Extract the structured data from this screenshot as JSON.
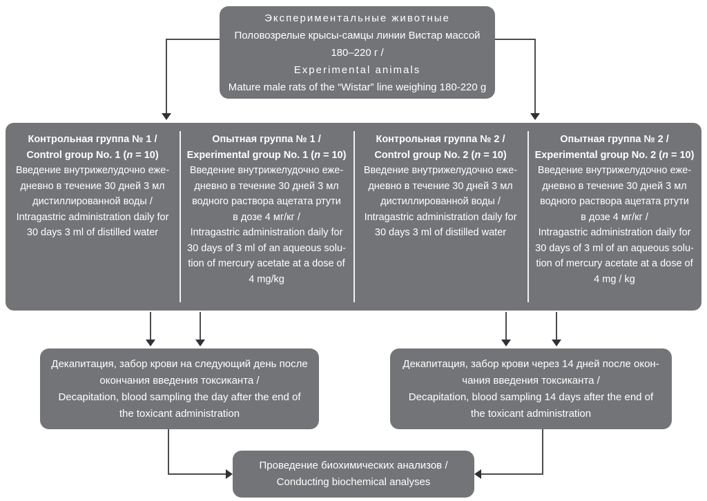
{
  "colors": {
    "box_fill": "#737477",
    "box_text": "#ffffff",
    "connector_line": "#4b4b4d",
    "arrowhead": "#323234",
    "column_divider": "#f2f2f3",
    "background": "#ffffff"
  },
  "top_box": {
    "lines_ru_title": "Экспериментальные животные",
    "lines": [
      "Половозрелые крысы-самцы линии Вистар массой",
      "180–220 г /"
    ],
    "lines_en_title": "Experimental animals",
    "line_en_sub": "Mature male rats of the “Wistar” line weighing 180-220 g"
  },
  "groups": [
    {
      "title_ru": "Контрольная группа № 1 /",
      "title_en_pre": "Control group No. 1 (",
      "n_var": "n",
      "title_en_post": " = 10)",
      "body_lines": [
        "Введение внутрижелудочно еже-",
        "дневно в течение 30 дней 3 мл",
        "дистиллированной воды /",
        "Intragastric administration daily for",
        "30 days 3 ml of distilled water"
      ]
    },
    {
      "title_ru": "Опытная группа № 1 /",
      "title_en_pre": "Experimental group No. 1 (",
      "n_var": "n",
      "title_en_post": " = 10)",
      "body_lines": [
        "Введение внутрижелудочно еже-",
        "дневно в течение 30 дней 3 мл",
        "водного раствора ацетата ртути",
        "в дозе 4 мг/кг /",
        "Intragastric administration daily for",
        "30 days of 3 ml of an aqueous solu-",
        "tion of mercury acetate at a dose of",
        "4 mg/kg"
      ]
    },
    {
      "title_ru": "Контрольная группа № 2 /",
      "title_en_pre": "Control group No. 2 (",
      "n_var": "n",
      "title_en_post": " = 10)",
      "body_lines": [
        "Введение внутрижелудочно еже-",
        "дневно в течение 30 дней 3 мл",
        "дистиллированной воды /",
        "Intragastric administration daily for",
        "30 days 3 ml of distilled water"
      ]
    },
    {
      "title_ru": "Опытная группа № 2 /",
      "title_en_pre": "Experimental group No. 2 (",
      "n_var": "n",
      "title_en_post": " = 10)",
      "body_lines": [
        "Введение внутрижелудочно еже-",
        "дневно в течение 30 дней 3 мл",
        "водного раствора ацетата ртути",
        "в дозе 4 мг/кг /",
        "Intragastric administration daily for",
        "30 days of 3 ml of an aqueous solu-",
        "tion of mercury acetate at a dose of",
        "4 mg / kg"
      ]
    }
  ],
  "decapitation_boxes": [
    {
      "lines": [
        "Декапитация, забор крови на следующий день после",
        "окончания введения токсиканта /",
        "Decapitation, blood sampling the day after the end of",
        "the toxicant administration"
      ]
    },
    {
      "lines": [
        "Декапитация, забор крови через 14 дней после окон-",
        "чания введения токсиканта /",
        "Decapitation, blood sampling 14 days after the end of",
        "the toxicant administration"
      ]
    }
  ],
  "final_box": {
    "lines": [
      "Проведение биохимических анализов /",
      "Conducting biochemical analyses"
    ]
  }
}
